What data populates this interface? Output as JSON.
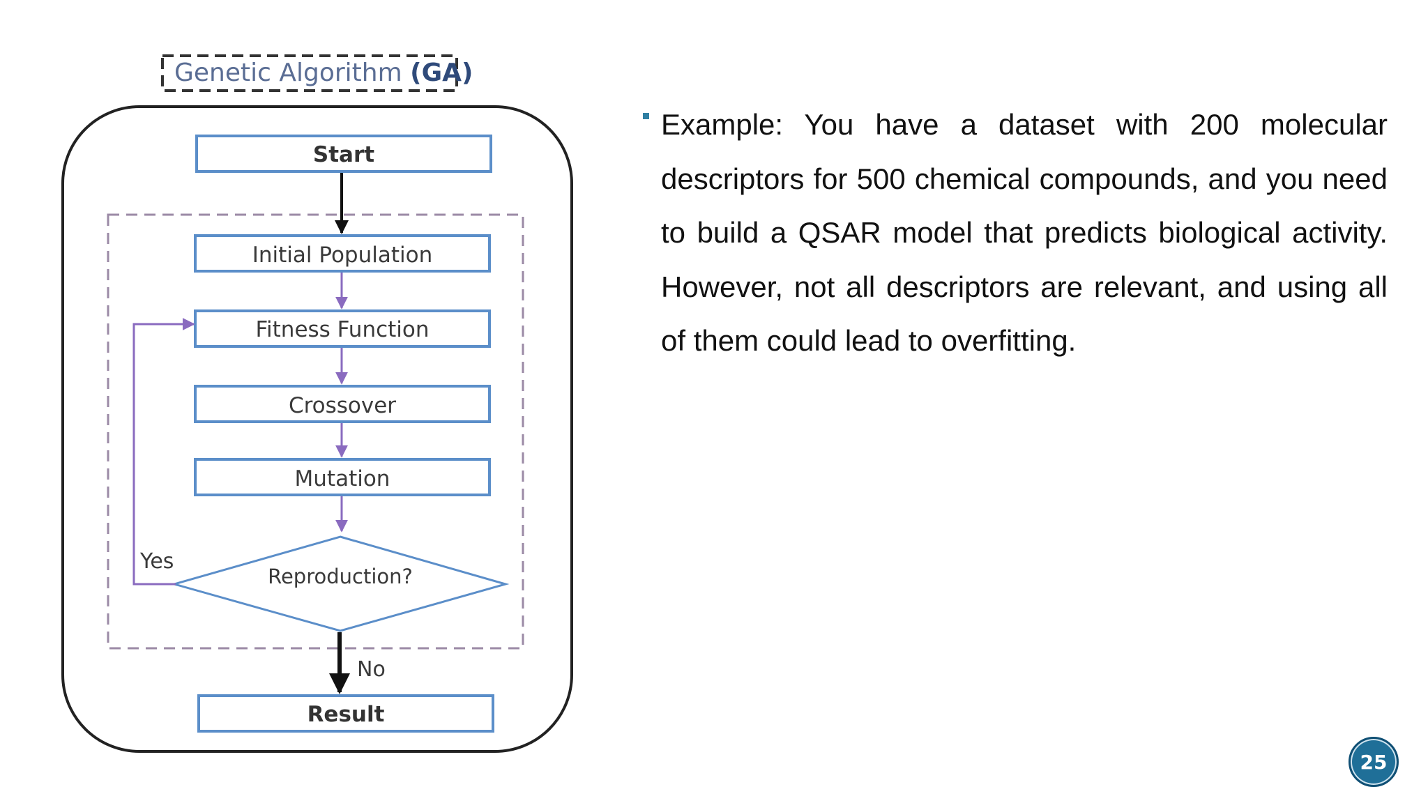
{
  "diagram": {
    "title_text": "Genetic Algorithm ",
    "title_abbrev": "(GA)",
    "steps": {
      "start": "Start",
      "initial_population": "Initial Population",
      "fitness_function": "Fitness Function",
      "crossover": "Crossover",
      "mutation": "Mutation",
      "decision": "Reproduction?",
      "result": "Result"
    },
    "labels": {
      "yes": "Yes",
      "no": "No"
    },
    "colors": {
      "box_border": "#5b8ec9",
      "arrow_purple": "#8a6bbf",
      "dashed_border": "#9b8aa6",
      "text": "#3a3a3a",
      "outer_border": "#222222"
    }
  },
  "content": {
    "bullet": "Example: You have a dataset with 200 molecular descriptors for 500 chemical compounds, and you need to build a QSAR model that predicts biological activity. However, not all descriptors are relevant, and using all of them could lead to overfitting."
  },
  "page": {
    "number": "25"
  }
}
